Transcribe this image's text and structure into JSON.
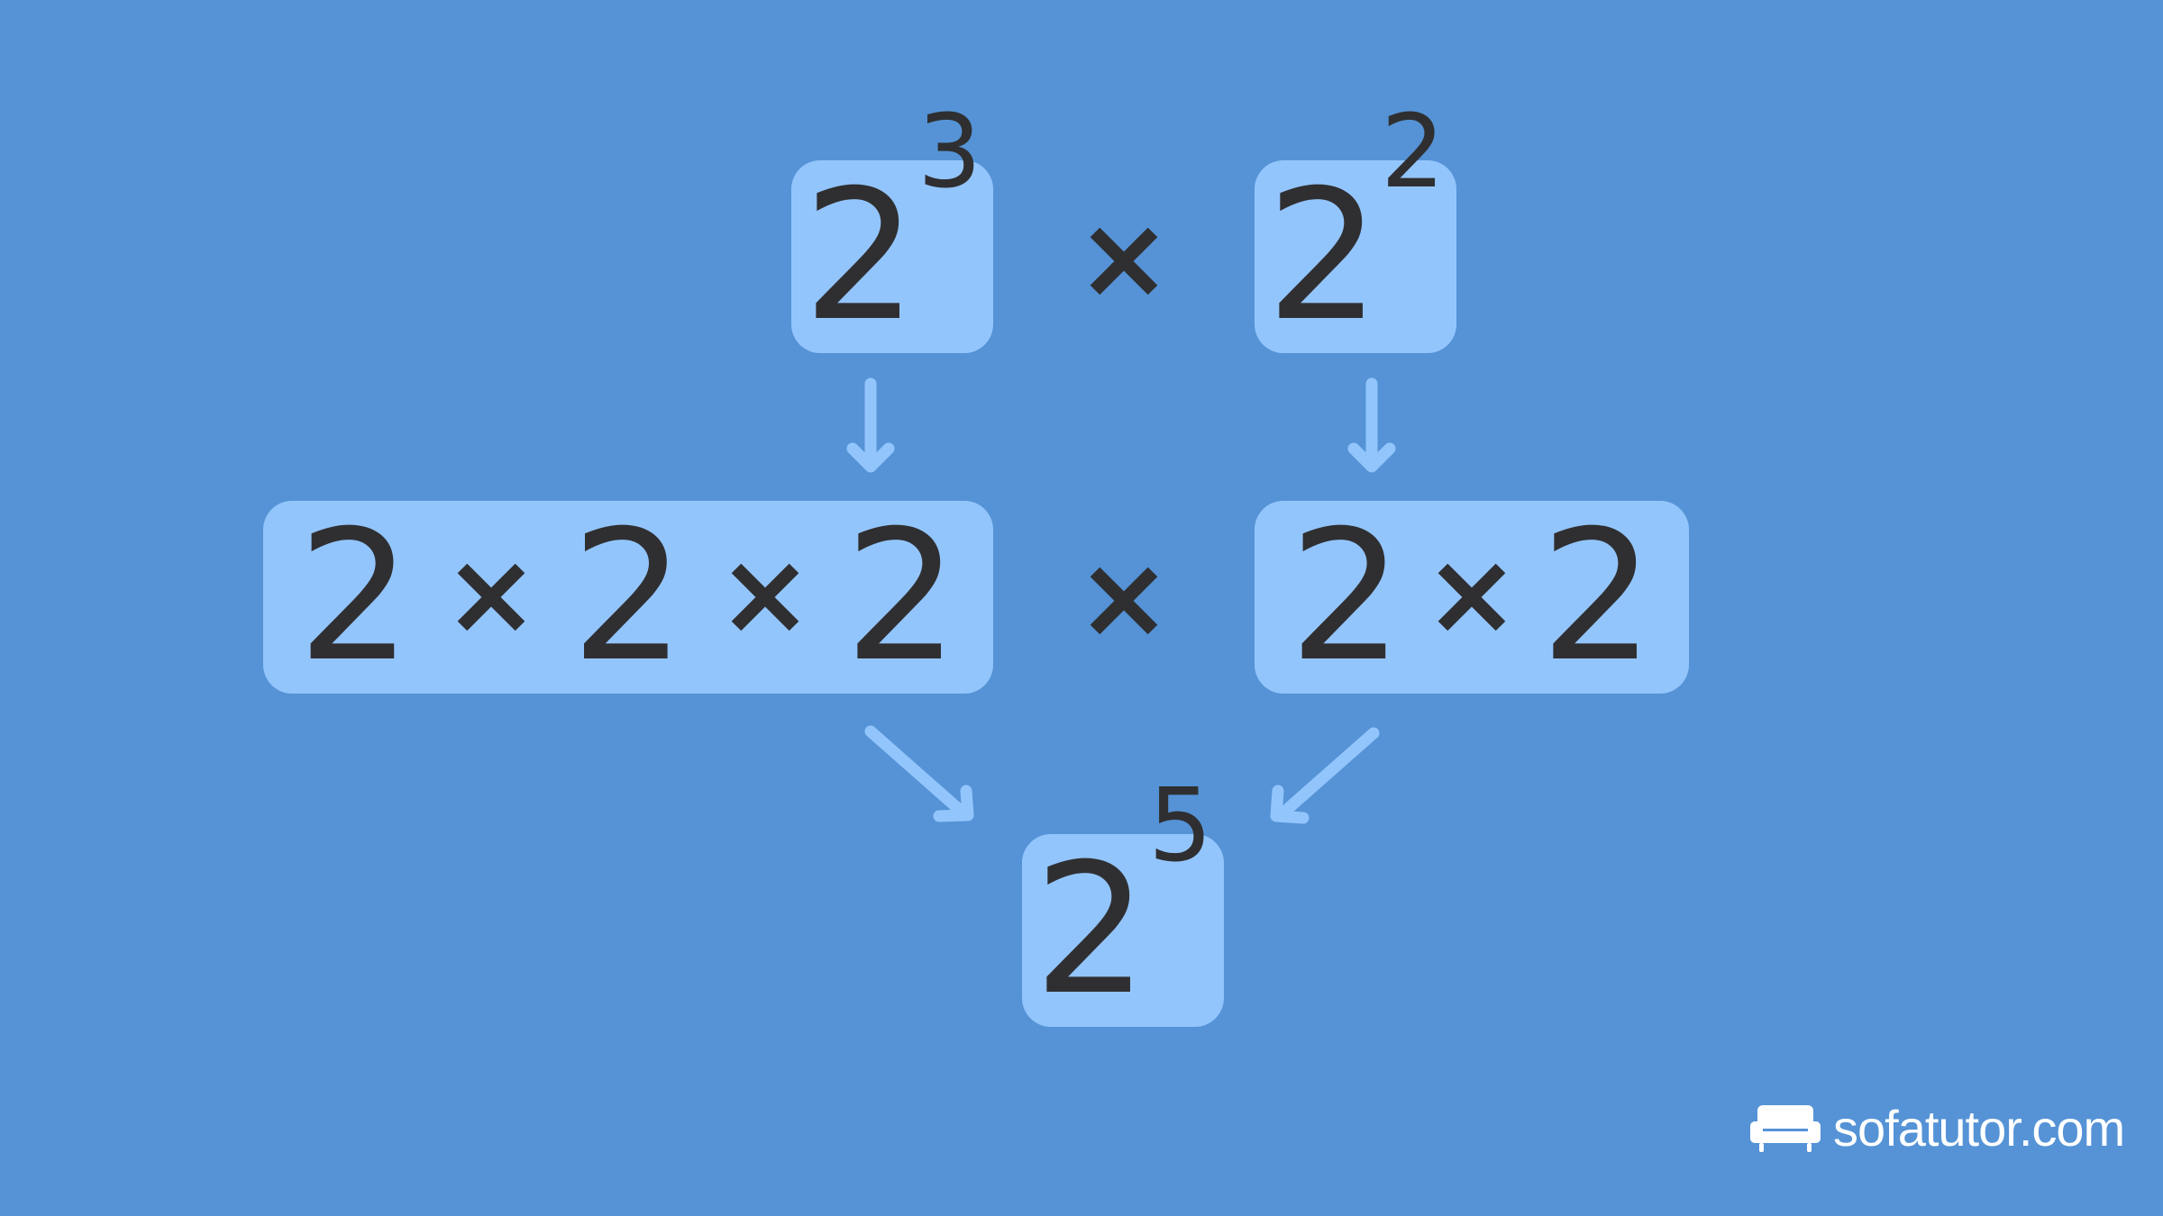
{
  "diagram": {
    "top": {
      "left_power": {
        "base": "2",
        "exponent": "3"
      },
      "operator": "×",
      "right_power": {
        "base": "2",
        "exponent": "2"
      }
    },
    "middle": {
      "left_expansion": [
        "2",
        "×",
        "2",
        "×",
        "2"
      ],
      "operator": "×",
      "right_expansion": [
        "2",
        "×",
        "2"
      ]
    },
    "result": {
      "base": "2",
      "exponent": "5"
    }
  },
  "colors": {
    "background": "#5593d6",
    "box": "#93c5fd",
    "text": "#2f2f31",
    "arrow": "#93c5fd"
  },
  "logo": {
    "text": "sofatutor.com",
    "icon": "sofa-icon"
  }
}
